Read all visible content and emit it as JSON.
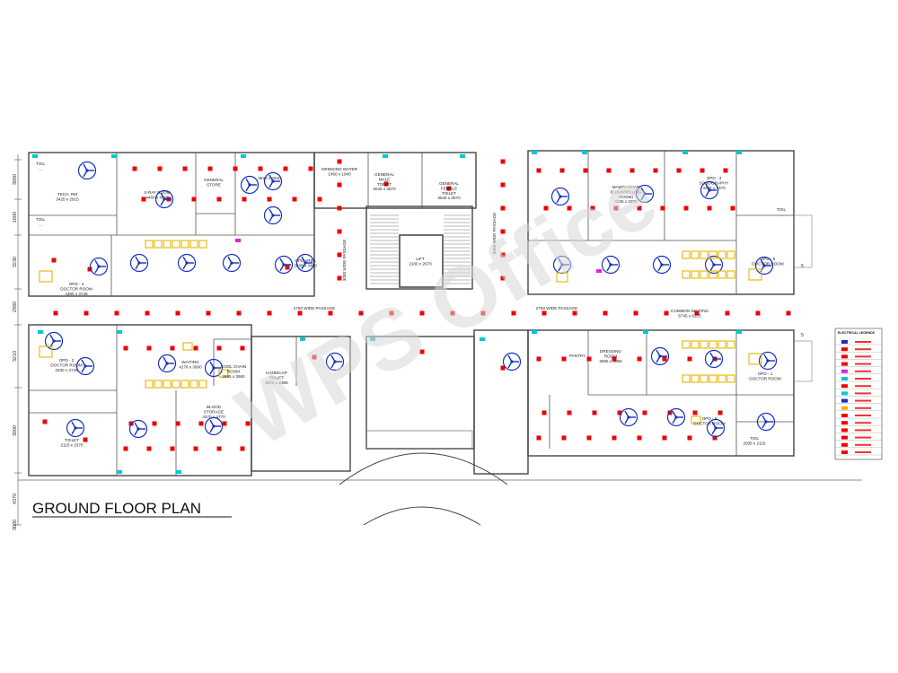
{
  "title": "GROUND FLOOR PLAN",
  "watermark": "WPS Office",
  "colors": {
    "light_point": "#ee0000",
    "fan": "#1530c0",
    "furniture": "#e8b400",
    "wall": "#444444",
    "accent_cyan": "#00c8d8",
    "accent_magenta": "#e020e0"
  },
  "rooms": [
    {
      "id": "toilet-tl",
      "lines": [
        "TOIL",
        "..."
      ]
    },
    {
      "id": "tech-rm",
      "lines": [
        "TECH. RM",
        "3425 x 2915"
      ]
    },
    {
      "id": "toilet-l2",
      "lines": [
        "TOIL",
        "..."
      ]
    },
    {
      "id": "xray",
      "lines": [
        "X-RAY ROOM",
        "4460 x 4460"
      ]
    },
    {
      "id": "gen-store",
      "lines": [
        "GENERAL",
        "STORE"
      ]
    },
    {
      "id": "mid-room",
      "lines": [
        "3820 x 2640"
      ]
    },
    {
      "id": "drinking-water",
      "lines": [
        "DRINKING WATER",
        "1460 x 1940"
      ]
    },
    {
      "id": "gen-male-toilet",
      "lines": [
        "GENERAL",
        "MALE",
        "TOILET",
        "3040 x 3570"
      ]
    },
    {
      "id": "gen-female-toilet",
      "lines": [
        "GENERAL",
        "FEMALE",
        "TOILET",
        "3040 x 3570"
      ]
    },
    {
      "id": "lift",
      "lines": [
        "LIFT",
        "2100 x 2670"
      ]
    },
    {
      "id": "opd-4",
      "lines": [
        "OPD - 4",
        "DOCTOR ROOM",
        "4360 x 3745"
      ]
    },
    {
      "id": "opd-area",
      "lines": [
        "OPD AREA",
        "3395 x 3490"
      ]
    },
    {
      "id": "mamta",
      "lines": [
        "MAMTA GHAR",
        "(COUNSELLING",
        "ROOM)",
        "4325 x 3370"
      ]
    },
    {
      "id": "opd-3",
      "lines": [
        "OPD - 3",
        "SONOGRAPHY",
        "4355 x 4370"
      ]
    },
    {
      "id": "toilet-r1",
      "lines": [
        "TOIL",
        "..."
      ]
    },
    {
      "id": "opd-5",
      "lines": [
        "OPD - 5",
        "DOCTOR ROOM"
      ]
    },
    {
      "id": "opd-1",
      "lines": [
        "OPD - 1",
        "DOCTOR ROOM"
      ]
    },
    {
      "id": "waiting-l",
      "lines": [
        "WAITING",
        "4178 x 3600"
      ]
    },
    {
      "id": "cool-chain",
      "lines": [
        "COOL CHAIN",
        "ROOM",
        "2855 x 3660"
      ]
    },
    {
      "id": "handicap-toilet",
      "lines": [
        "HANDICAP",
        "TOILET",
        "3370 x 2395"
      ]
    },
    {
      "id": "blood-storage",
      "lines": [
        "BLOOD",
        "STORAGE",
        "4370 x 4770"
      ]
    },
    {
      "id": "toilet-bl",
      "lines": [
        "TOILET",
        "2115 x 2370"
      ]
    },
    {
      "id": "pantry",
      "lines": [
        "PANTRY"
      ]
    },
    {
      "id": "dressing",
      "lines": [
        "DRESSING",
        "ROOM",
        "2665 x 3055"
      ]
    },
    {
      "id": "common-waiting",
      "lines": [
        "COMMON WAITING",
        "6745 x 6215"
      ]
    },
    {
      "id": "opd-2",
      "lines": [
        "OPD - 2",
        "DOCTOR ROOM",
        "3330 x 3745"
      ]
    },
    {
      "id": "opd-6",
      "lines": [
        "OPD - 6",
        "DOCTOR ROOM"
      ]
    },
    {
      "id": "toilet-br",
      "lines": [
        "TOIL",
        "2935 x 2115"
      ]
    }
  ],
  "passages": {
    "left": "2750 WIDE PASSAGE",
    "right": "2750 WIDE PASSAGE",
    "vert_left": "3000 WIDE PASSAGE",
    "vert_right": "3000 WIDE PASSAGE"
  },
  "dims": [
    "3000",
    "1600",
    "3230",
    "2980",
    "3210",
    "3000",
    "4370",
    "3000"
  ],
  "legend_title": "ELECTRICAL LEGENDS",
  "section_marks": [
    "5",
    "5"
  ]
}
